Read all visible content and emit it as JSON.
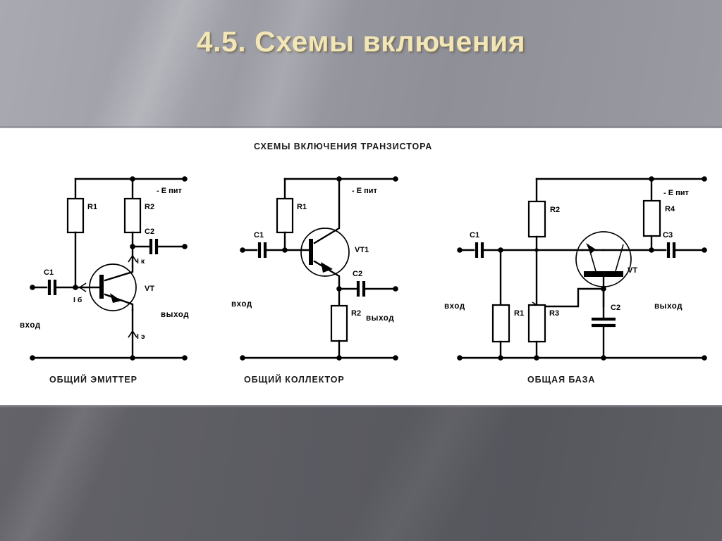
{
  "slide": {
    "title": "4.5. Схемы включения"
  },
  "figure": {
    "heading": "СХЕМЫ ВКЛЮЧЕНИЯ ТРАНЗИСТОРА",
    "circuits": [
      {
        "id": "common-emitter",
        "caption": "ОБЩИЙ ЭМИТТЕР",
        "supply_label": "- Е пит",
        "input_label": "вход",
        "output_label": "выход",
        "transistor_label": "VT",
        "resistors": [
          "R1",
          "R2"
        ],
        "capacitors": [
          "C1",
          "C2"
        ],
        "currents": [
          "I к",
          "I б",
          "I э"
        ]
      },
      {
        "id": "common-collector",
        "caption": "ОБЩИЙ КОЛЛЕКТОР",
        "supply_label": "- Е пит",
        "input_label": "вход",
        "output_label": "выход",
        "transistor_label": "VT1",
        "resistors": [
          "R1",
          "R2"
        ],
        "capacitors": [
          "C1",
          "C2"
        ],
        "currents": []
      },
      {
        "id": "common-base",
        "caption": "ОБЩАЯ БАЗА",
        "supply_label": "- Е пит",
        "input_label": "вход",
        "output_label": "выход",
        "transistor_label": "VT",
        "resistors": [
          "R1",
          "R2",
          "R3",
          "R4"
        ],
        "capacitors": [
          "C1",
          "C2",
          "C3"
        ],
        "currents": []
      }
    ]
  },
  "colors": {
    "title_text": "#f2e6b8",
    "top_band": "#9d9da6",
    "bottom_band": "#5b5b62",
    "panel": "#ffffff",
    "ink": "#000000"
  }
}
